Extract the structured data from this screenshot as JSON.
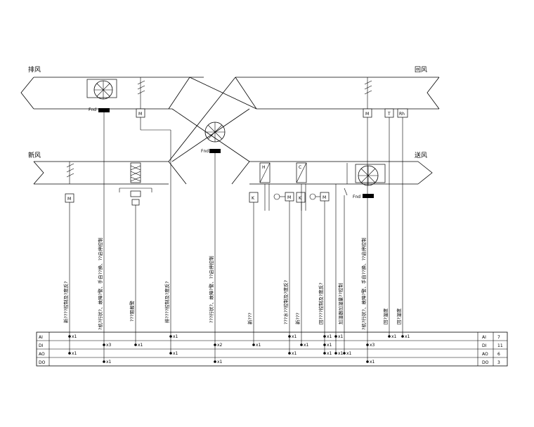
{
  "air_labels": {
    "exhaust": "排风",
    "return": "回风",
    "fresh": "新风",
    "supply": "送风"
  },
  "device_letters": {
    "m1": "M",
    "m2": "M",
    "m3": "M",
    "t": "T",
    "rh": "Rh",
    "h": "H",
    "c": "C",
    "k1": "K",
    "k2": "K",
    "m4": "M",
    "m5": "M"
  },
  "fan_tags": {
    "exhaust_fan": "Fnd",
    "wheel": "Fnd",
    "supply_fan": "Fnd"
  },
  "signal_labels": [
    "新????控制及?度反?",
    "?机?行状?、故障?警、手自??换、??启停控制",
    "???阻报警",
    "排????控制及?度反?",
    "???行状?、故障?警、??启停控制",
    "新???",
    "???水??控制及?度反?",
    "新???",
    "回????控制及?度反?",
    "加湿器加湿量??控制",
    "?机?行状?、故障?警、手自??换、??启停控制",
    "回?温度",
    "回?湿度"
  ],
  "bus_rows": [
    {
      "name": "AI",
      "total": "7"
    },
    {
      "name": "DI",
      "total": "11"
    },
    {
      "name": "AO",
      "total": "6"
    },
    {
      "name": "DO",
      "total": "3"
    }
  ],
  "bus_counts": {
    "ai": [
      "x1",
      "x1",
      "x1",
      "x1",
      "x1",
      "x1",
      "x1"
    ],
    "di": [
      "x3",
      "x1",
      "x2",
      "x1",
      "x1",
      "x1",
      "x3"
    ],
    "ao": [
      "x1",
      "x1",
      "x1",
      "x1",
      "x1",
      "x1"
    ],
    "do": [
      "x1",
      "x1",
      "x1"
    ]
  }
}
